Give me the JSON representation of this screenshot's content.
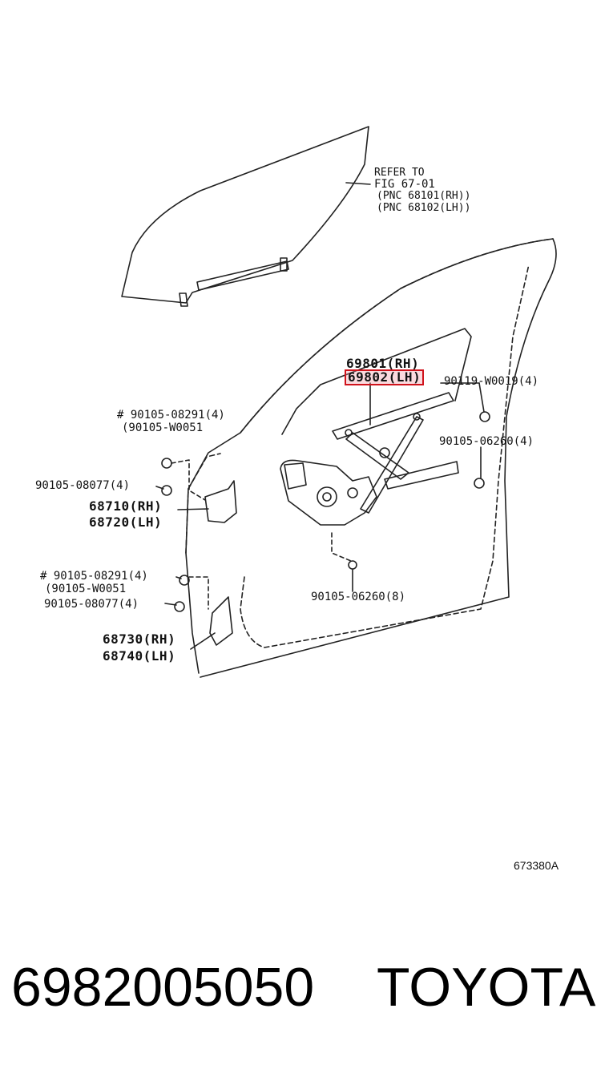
{
  "diagram": {
    "refer": [
      "REFER TO",
      "FIG 67-01",
      "(PNC 68101(RH))",
      "(PNC 68102(LH))"
    ],
    "part_69801": "69801(RH)",
    "part_69802": "69802(LH)",
    "part_90119": "90119-W0019(4)",
    "part_90105_08291_a": "# 90105-08291(4)",
    "part_90105_W0051_a": "(90105-W0051",
    "part_90105_06260_a": "90105-06260(4)",
    "part_90105_08077_a": "90105-08077(4)",
    "part_68710": "68710(RH)",
    "part_68720": "68720(LH)",
    "part_90105_08291_b": "# 90105-08291(4)",
    "part_90105_W0051_b": "(90105-W0051",
    "part_90105_08077_b": "90105-08077(4)",
    "part_90105_06260_b": "90105-06260(8)",
    "part_68730": "68730(RH)",
    "part_68740": "68740(LH)",
    "figure_ref": "673380A",
    "highlight_color": "#d0121b"
  },
  "footer": {
    "part_number": "6982005050",
    "brand": "TOYOTA"
  }
}
